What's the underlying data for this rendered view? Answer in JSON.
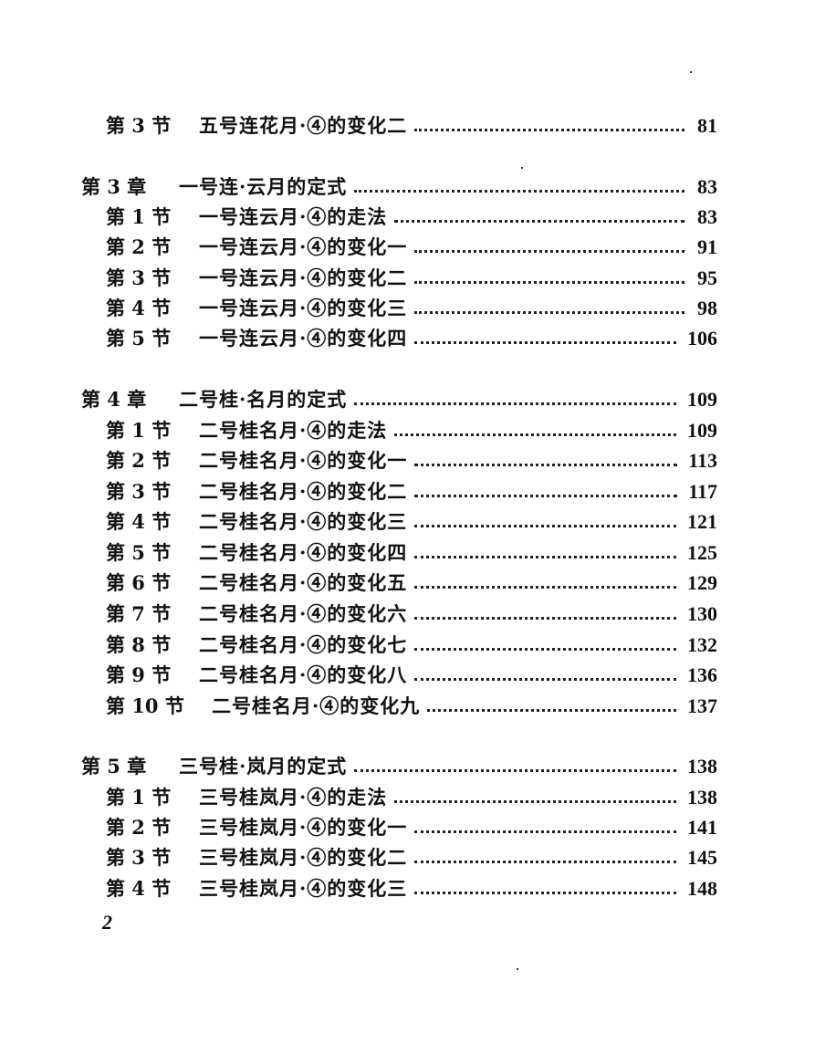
{
  "toc": {
    "entries": [
      {
        "num": "第 3 节",
        "title": "五号连花月·④的变化二",
        "page": "81"
      },
      {
        "num": "第 3 章",
        "title": "一号连·云月的定式",
        "page": "83"
      },
      {
        "num": "第 1 节",
        "title": "一号连云月·④的走法",
        "page": "83"
      },
      {
        "num": "第 2 节",
        "title": "一号连云月·④的变化一",
        "page": "91"
      },
      {
        "num": "第 3 节",
        "title": "一号连云月·④的变化二",
        "page": "95"
      },
      {
        "num": "第 4 节",
        "title": "一号连云月·④的变化三",
        "page": "98"
      },
      {
        "num": "第 5 节",
        "title": "一号连云月·④的变化四",
        "page": "106"
      },
      {
        "num": "第 4 章",
        "title": "二号桂·名月的定式",
        "page": "109"
      },
      {
        "num": "第 1 节",
        "title": "二号桂名月·④的走法",
        "page": "109"
      },
      {
        "num": "第 2 节",
        "title": "二号桂名月·④的变化一",
        "page": "113"
      },
      {
        "num": "第 3 节",
        "title": "二号桂名月·④的变化二",
        "page": "117"
      },
      {
        "num": "第 4 节",
        "title": "二号桂名月·④的变化三",
        "page": "121"
      },
      {
        "num": "第 5 节",
        "title": "二号桂名月·④的变化四",
        "page": "125"
      },
      {
        "num": "第 6 节",
        "title": "二号桂名月·④的变化五",
        "page": "129"
      },
      {
        "num": "第 7 节",
        "title": "二号桂名月·④的变化六",
        "page": "130"
      },
      {
        "num": "第 8 节",
        "title": "二号桂名月·④的变化七",
        "page": "132"
      },
      {
        "num": "第 9 节",
        "title": "二号桂名月·④的变化八",
        "page": "136"
      },
      {
        "num": "第 10 节",
        "title": "二号桂名月·④的变化九",
        "page": "137"
      },
      {
        "num": "第 5 章",
        "title": "三号桂·岚月的定式",
        "page": "138"
      },
      {
        "num": "第 1 节",
        "title": "三号桂岚月·④的走法",
        "page": "138"
      },
      {
        "num": "第 2 节",
        "title": "三号桂岚月·④的变化一",
        "page": "141"
      },
      {
        "num": "第 3 节",
        "title": "三号桂岚月·④的变化二",
        "page": "145"
      },
      {
        "num": "第 4 节",
        "title": "三号桂岚月·④的变化三",
        "page": "148"
      }
    ]
  },
  "folio": "2"
}
